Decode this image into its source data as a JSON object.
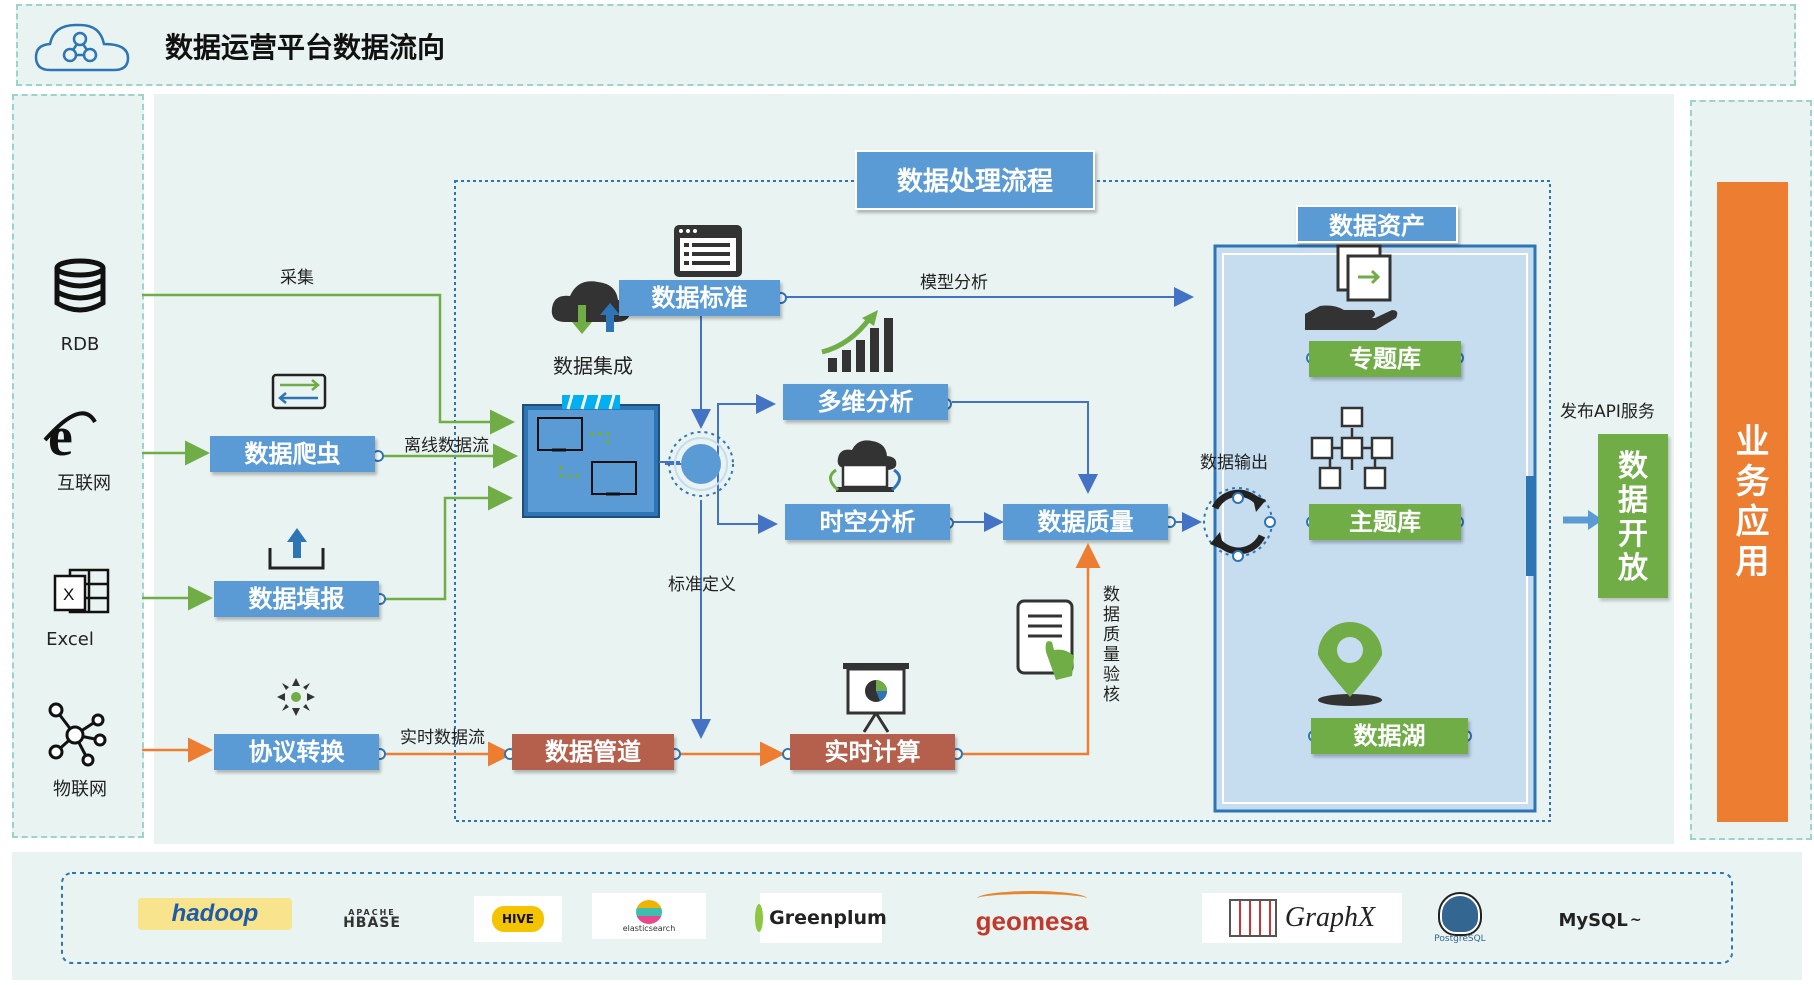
{
  "header": {
    "title": "数据运营平台数据流向"
  },
  "sources": [
    {
      "label": "RDB",
      "icon": "database-icon"
    },
    {
      "label": "互联网",
      "icon": "internet-explorer-icon"
    },
    {
      "label": "Excel",
      "icon": "excel-icon"
    },
    {
      "label": "物联网",
      "icon": "iot-network-icon"
    }
  ],
  "flow": {
    "caiji": "采集",
    "lixian": "离线数据流",
    "shishi": "实时数据流",
    "moxing": "模型分析",
    "biaozhun_dingyi": "标准定义",
    "shuju_shuchu": "数据输出",
    "zhiliang_yanhe": "数据质量验核"
  },
  "nodes": {
    "pachong": "数据爬虫",
    "tianbao": "数据填报",
    "xieyi": "协议转换",
    "jicheng": "数据集成",
    "biaozhun": "数据标准",
    "duowei": "多维分析",
    "shikong": "时空分析",
    "zhiliang": "数据质量",
    "guandao": "数据管道",
    "shishi_jisuan": "实时计算"
  },
  "process": {
    "title": "数据处理流程"
  },
  "assets": {
    "title": "数据资产",
    "zhuanti": "专题库",
    "zhuti": "主题库",
    "hu": "数据湖"
  },
  "api": {
    "label": "发布API服务",
    "open": "数据开放"
  },
  "business": {
    "label": "业务应用"
  },
  "tech": {
    "hadoop": "hadoop",
    "hbase_a": "APACHE",
    "hbase_b": "HBASE",
    "hive": "HIVE",
    "elastic": "elasticsearch",
    "greenplum": "Greenplum",
    "geomesa": "geomesa",
    "graphx": "GraphX",
    "postgres": "PostgreSQL",
    "mysql": "MySQL"
  },
  "colors": {
    "panel": "#e9f3f1",
    "blue": "#5b9bd5",
    "red": "#b5604d",
    "green": "#70ad47",
    "orange": "#ed7d31",
    "line_green": "#70ad47",
    "line_blue": "#4472c4",
    "line_orange": "#ed7d31"
  }
}
